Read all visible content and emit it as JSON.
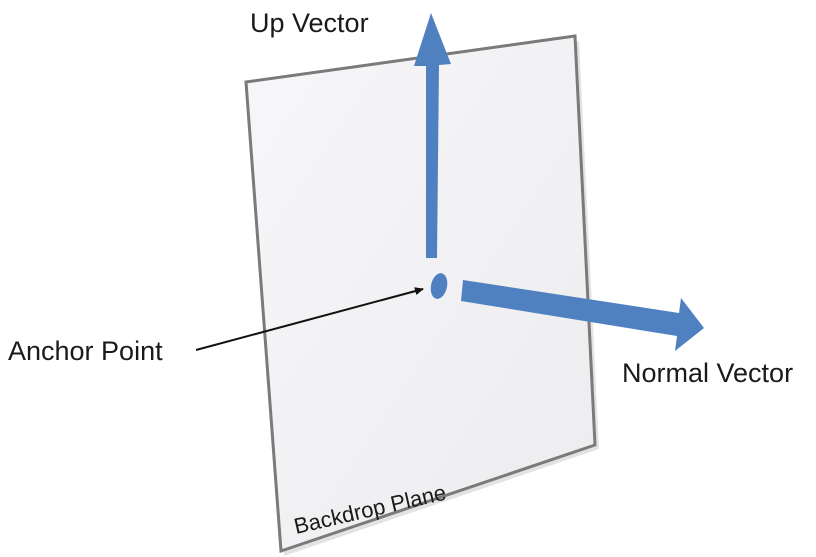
{
  "labels": {
    "up_vector": "Up Vector",
    "anchor_point": "Anchor Point",
    "normal_vector": "Normal Vector",
    "backdrop_plane": "Backdrop Plane"
  },
  "colors": {
    "vector_blue": "#4f81c0",
    "plane_fill": "#f4f4f6",
    "plane_border": "#7a7a7a",
    "text": "#1a1a1a"
  }
}
